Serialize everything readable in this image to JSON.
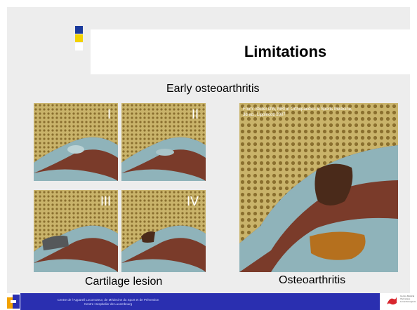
{
  "slide": {
    "title": "Limitations",
    "subtitle": "Early osteoarthritis",
    "grades": [
      "I",
      "II",
      "III",
      "IV"
    ],
    "caption_left": "Cartilage lesion",
    "caption_right": "Osteoarthritis",
    "citation_line1": "From: Stoller DW, MRI in Orthopaedics & Sports Medicine,",
    "citation_line2": "3d ed., Lippincott 2007"
  },
  "footer": {
    "line1": "Centre de l’Appareil Locomoteur, de Médecine du Sport et de Prévention",
    "line2": "Centre Hospitalier de Luxembourg",
    "right_logo_text": "Centre Médical Olympique Luxembourgeois"
  },
  "colors": {
    "accent_blue": "#1a3a9c",
    "accent_yellow": "#f2d200",
    "footer_band": "#2a2fb0",
    "bone": "#c9b36a",
    "cartilage": "#8fb3ba",
    "background_tissue": "#7a3b2a"
  }
}
